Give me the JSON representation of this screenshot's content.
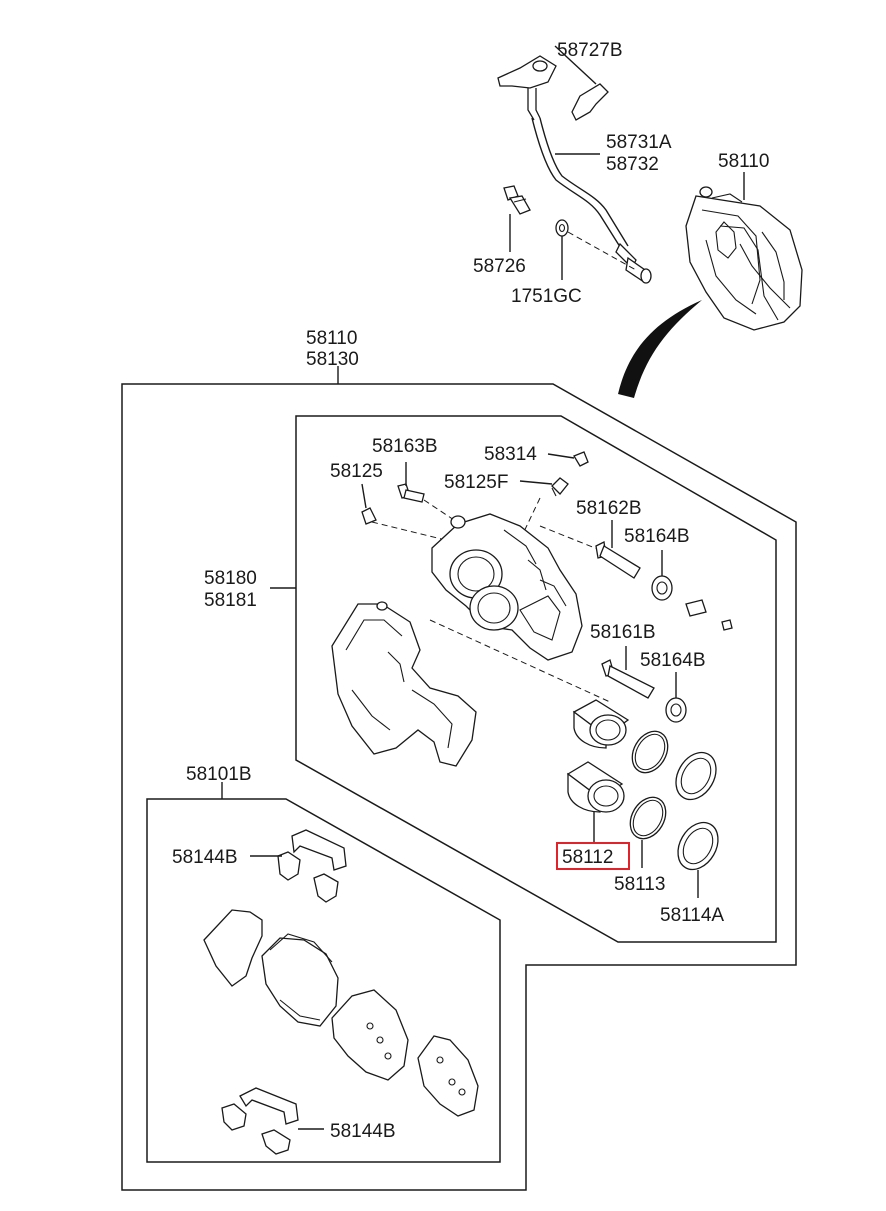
{
  "labels": {
    "l58727B": "58727B",
    "l58731A": "58731A",
    "l58732": "58732",
    "l58110_top": "58110",
    "l58726": "58726",
    "l1751GC": "1751GC",
    "l58110_assy": "58110",
    "l58130": "58130",
    "l58163B": "58163B",
    "l58314": "58314",
    "l58125": "58125",
    "l58125F": "58125F",
    "l58162B": "58162B",
    "l58164B_a": "58164B",
    "l58180": "58180",
    "l58181": "58181",
    "l58161B": "58161B",
    "l58164B_b": "58164B",
    "l58101B": "58101B",
    "l58144B_top": "58144B",
    "l58112": "58112",
    "l58113": "58113",
    "l58114A": "58114A",
    "l58144B_bottom": "58144B"
  },
  "colors": {
    "line": "#1a1a1a",
    "highlight": "#e0232a",
    "background": "#ffffff"
  },
  "highlighted_part": "58112"
}
